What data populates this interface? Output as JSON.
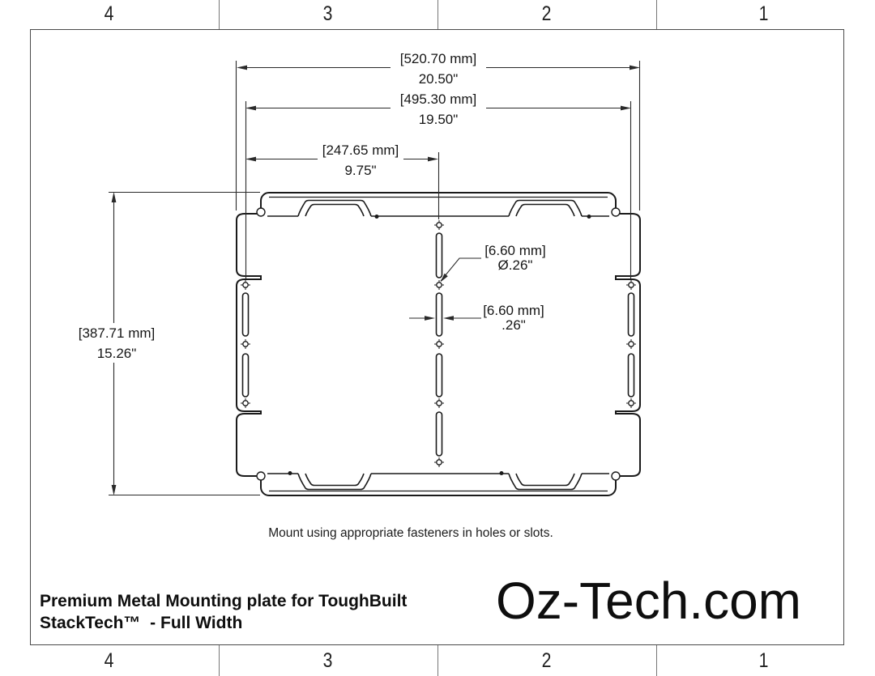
{
  "zones": {
    "labels": [
      "4",
      "3",
      "2",
      "1"
    ]
  },
  "dimensions": {
    "overall_width": {
      "mm": "[520.70 mm]",
      "inch": "20.50\""
    },
    "hole_span_width": {
      "mm": "[495.30 mm]",
      "inch": "19.50\""
    },
    "half_width": {
      "mm": "[247.65 mm]",
      "inch": "9.75\""
    },
    "overall_height": {
      "mm": "[387.71 mm]",
      "inch": "15.26\""
    },
    "hole_diameter": {
      "mm": "[6.60 mm]",
      "inch": "Ø.26\""
    },
    "slot_width": {
      "mm": "[6.60 mm]",
      "inch": ".26\""
    }
  },
  "note": "Mount using appropriate fasteners in holes or slots.",
  "title_block": {
    "title_line1": "Premium Metal Mounting plate for ToughBuilt",
    "title_line2": "StackTech™  - Full Width",
    "brand": "Oz-Tech.com"
  },
  "colors": {
    "line": "#1a1a1a",
    "dim_line": "#2a2a2a",
    "frame": "#4a4a4a"
  }
}
